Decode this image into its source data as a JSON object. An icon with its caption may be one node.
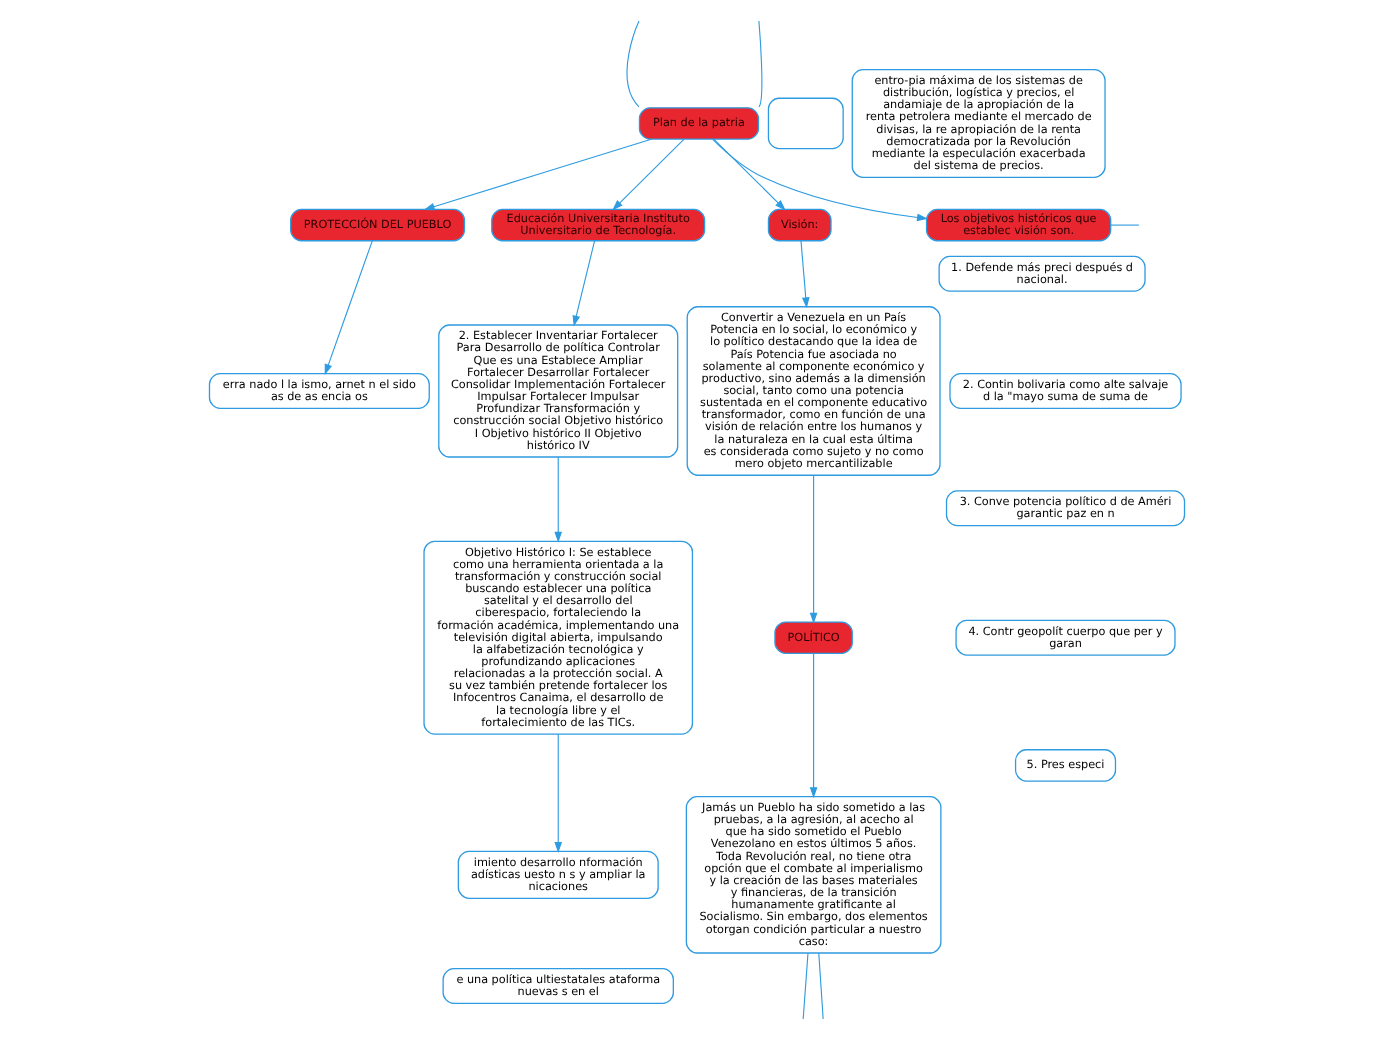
{
  "diagram": {
    "nodes": [
      {
        "text": [
          "Plan de la patria"
        ]
      },
      {
        "text": [],
        "shape": "box"
      },
      {
        "text": [
          "entro-pia máxima de los sistemas de distribución, logística y precios, el andamiaje de la apropiación de la renta petrolera mediante el mercado de divisas, la re apropiación de la renta democratizada por la Revolución mediante la especulación exacerbada del sistema de precios."
        ]
      },
      {
        "text": [
          "PROTECCIÓN DEL PUEBLO"
        ]
      },
      {
        "text": [
          "erra nado l la ismo, arnet n el sido as de as encia os"
        ]
      },
      {
        "text": [
          "Educación Universitaria Instituto Universitario de Tecnología."
        ]
      },
      {
        "text": [
          "2. Establecer Inventariar Fortalecer Para Desarrollo de política Controlar Que es una Establece Ampliar Fortalecer Desarrollar Fortalecer Consolidar Implementación Fortalecer Impulsar Fortalecer Impulsar Profundizar Transformación y construcción social Objetivo histórico I Objetivo histórico II Objetivo histórico IV"
        ]
      },
      {
        "text": [
          "Objetivo Histórico I: Se establece como una herramienta orientada a la transformación y construcción social buscando establecer una política satelital y el desarrollo del ciberespacio, fortaleciendo la formación académica, implementando una televisión digital abierta, impulsando la alfabetización tecnológica y profundizando aplicaciones relacionadas a la protección social. A su vez también pretende fortalecer los Infocentros Canaima, el desarrollo de la tecnología libre y el fortalecimiento de las TICs."
        ]
      },
      {
        "text": [
          "imiento desarrollo nformación adísticas uesto n s y ampliar la nicaciones"
        ]
      },
      {
        "text": [
          "e una política ultiestatales ataforma nuevas s en el"
        ]
      },
      {
        "text": [
          "Visión:"
        ]
      },
      {
        "text": [
          "Convertir a Venezuela en un País Potencia en lo social, lo económico y lo político destacando que la idea de País Potencia fue asociada no solamente al componente económico y productivo, sino además a la dimensión social, tanto como una potencia sustentada en el componente educativo transformador, como en función de una visión de relación entre los humanos y la naturaleza en la cual esta última es considerada como sujeto y no como mero objeto mercantilizable"
        ]
      },
      {
        "text": [
          "POLÍTICO"
        ]
      },
      {
        "text": [
          "Jamás un Pueblo ha sido sometido a las pruebas, a la agresión, al acecho al que ha sido sometido el Pueblo Venezolano en estos últimos 5 años. Toda Revolución real, no tiene otra opción que el combate al imperialismo y la creación de las bases materiales y financieras, de la transición humanamente gratificante al Socialismo. Sin embargo, dos elementos otorgan condición particular a nuestro caso:"
        ]
      },
      {
        "text": [
          "Los objetivos históricos que establec visión son."
        ]
      },
      {
        "text": [
          "1. Defende más preci después d nacional."
        ]
      },
      {
        "text": [
          "2. Contin bolivaria como alte salvaje d la \"mayo suma de suma de"
        ]
      },
      {
        "text": [
          "3. Conve potencia político d de Améri garantic paz en n"
        ]
      },
      {
        "text": [
          "4. Contr geopolít cuerpo que per y garan"
        ]
      },
      {
        "text": [
          "5. Pres especi"
        ]
      }
    ],
    "edges": [
      {
        "from": 0,
        "to": null,
        "arrow": "none"
      },
      {
        "from": 0,
        "to": null,
        "arrow": "none"
      },
      {
        "from": 0,
        "to": 3,
        "arrow": "to"
      },
      {
        "from": 3,
        "to": 4,
        "arrow": "to"
      },
      {
        "from": 0,
        "to": 5,
        "arrow": "to"
      },
      {
        "from": 5,
        "to": 6,
        "arrow": "to"
      },
      {
        "from": 6,
        "to": 7,
        "arrow": "to"
      },
      {
        "from": 7,
        "to": 8,
        "arrow": "to"
      },
      {
        "from": 0,
        "to": 10,
        "arrow": "to"
      },
      {
        "from": 10,
        "to": 11,
        "arrow": "to"
      },
      {
        "from": 11,
        "to": 12,
        "arrow": "to"
      },
      {
        "from": 12,
        "to": 13,
        "arrow": "to"
      },
      {
        "from": 13,
        "to": null,
        "arrow": "none"
      },
      {
        "from": 13,
        "to": null,
        "arrow": "none"
      },
      {
        "from": 0,
        "to": 14,
        "arrow": "to"
      },
      {
        "from": 14,
        "to": null,
        "arrow": "none"
      }
    ]
  }
}
